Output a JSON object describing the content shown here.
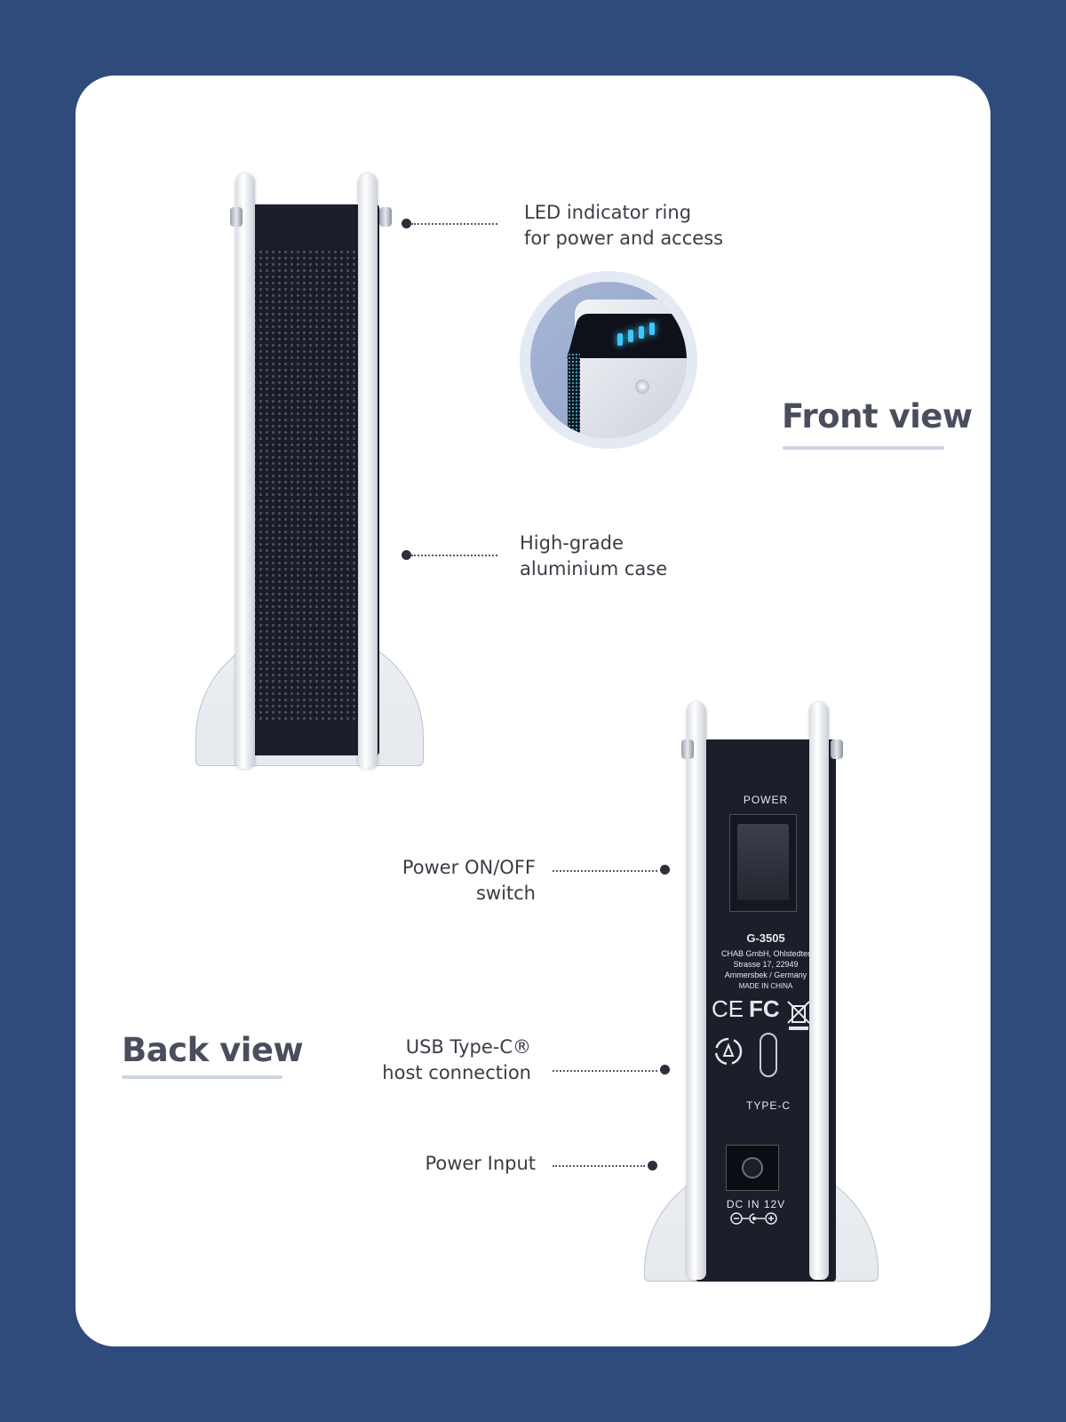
{
  "front": {
    "heading": "Front view",
    "led_label_line1": "LED indicator ring",
    "led_label_line2": "for power and access",
    "case_label_line1": "High-grade",
    "case_label_line2": "aluminium case"
  },
  "back": {
    "heading": "Back view",
    "power_label_line1": "Power ON/OFF",
    "power_label_line2": "switch",
    "usb_label_line1": "USB Type-C®",
    "usb_label_line2": "host connection",
    "input_label": "Power Input",
    "panel": {
      "power_text": "POWER",
      "model": "G-3505",
      "address_line1": "CHAB GmbH, Ohlstedter",
      "address_line2": "Strasse 17, 22949",
      "address_line3": "Ammersbek / Germany",
      "made_in": "MADE IN CHINA",
      "ce_mark": "CE",
      "fcc_mark": "FC",
      "type_c_text": "TYPE-C",
      "dc_text": "DC IN 12V"
    }
  },
  "colors": {
    "background": "#2f4b7c",
    "card": "#ffffff",
    "heading_text": "#4a4e5c",
    "heading_underline": "#cdd5e4",
    "led": "#3ec6ff"
  }
}
